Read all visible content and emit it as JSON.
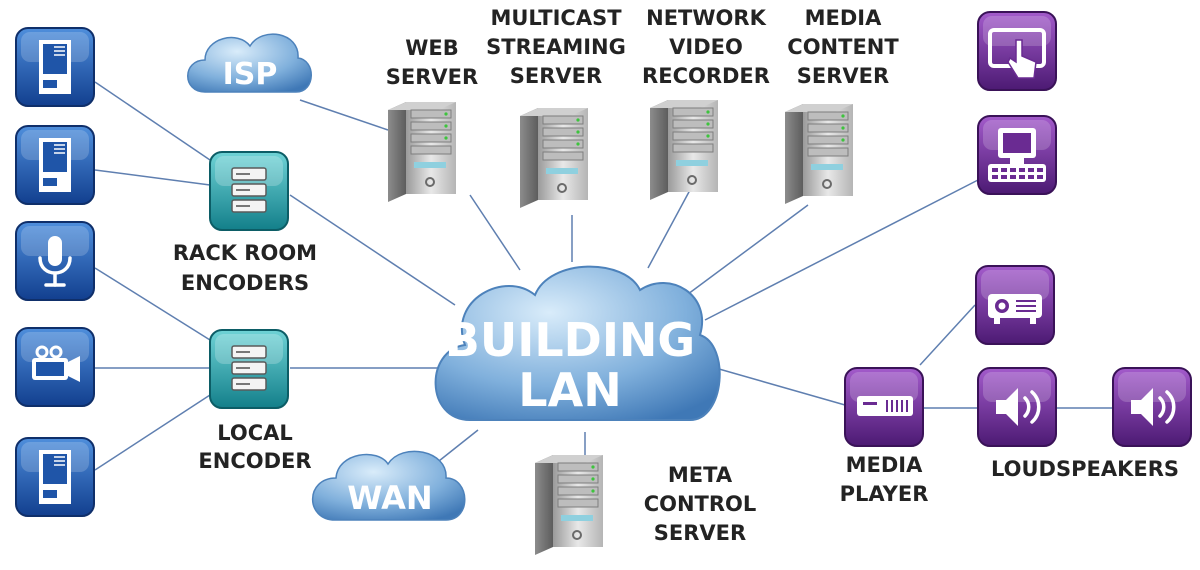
{
  "clouds": {
    "isp": "ISP",
    "wan": "WAN",
    "lan_line1": "BUILDING",
    "lan_line2": "LAN"
  },
  "servers": {
    "web": [
      "WEB",
      "SERVER"
    ],
    "multicast": [
      "MULTICAST",
      "STREAMING",
      "SERVER"
    ],
    "nvr": [
      "NETWORK",
      "VIDEO",
      "RECORDER"
    ],
    "media_content": [
      "MEDIA",
      "CONTENT",
      "SERVER"
    ],
    "meta": [
      "META",
      "CONTROL",
      "SERVER"
    ]
  },
  "encoders": {
    "rack_room": [
      "RACK ROOM",
      "ENCODERS"
    ],
    "local": [
      "LOCAL",
      "ENCODER"
    ]
  },
  "endpoints": {
    "media_player": [
      "MEDIA",
      "PLAYER"
    ],
    "loudspeakers": "LOUDSPEAKERS"
  },
  "colors": {
    "source_blue": "#1f55a8",
    "encoder_teal": "#1e9fa8",
    "endpoint_purple": "#6a2b92",
    "cloud_blue": "#6d9fcf",
    "line": "#5f7fb0"
  }
}
